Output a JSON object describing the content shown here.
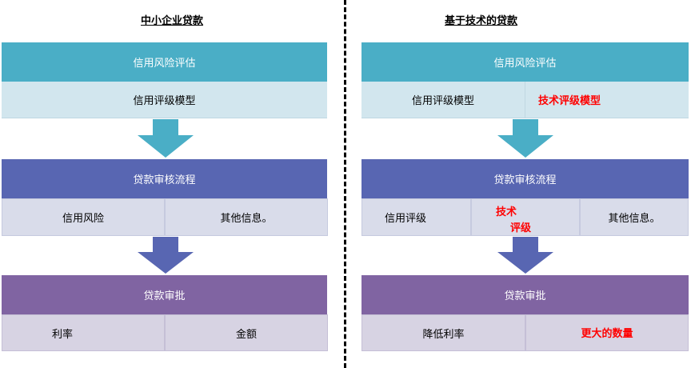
{
  "left": {
    "title": "中小企业贷款",
    "stage1": {
      "header": "信用风险评估",
      "cells": [
        "信用评级模型"
      ]
    },
    "stage2": {
      "header": "贷款审核流程",
      "cells": [
        "信用风险",
        "其他信息。"
      ]
    },
    "stage3": {
      "header": "贷款审批",
      "cells": [
        "利率",
        "金额"
      ]
    }
  },
  "right": {
    "title": "基于技术的贷款",
    "stage1": {
      "header": "信用风险评估",
      "cells": [
        "信用评级模型",
        "技术评级模型"
      ]
    },
    "stage2": {
      "header": "贷款审核流程",
      "cells": [
        "信用评级",
        "技术",
        "评级",
        "其他信息。"
      ]
    },
    "stage3": {
      "header": "贷款审批",
      "cells": [
        "降低利率",
        "更大的数量"
      ]
    }
  },
  "colors": {
    "stage1": "#4aaec6",
    "stage1_light": "#d2e6ee",
    "stage2": "#5866b2",
    "stage2_light": "#d9dcea",
    "stage3": "#8064a2",
    "stage3_light": "#d7d3e3",
    "highlight": "#ff0000"
  }
}
